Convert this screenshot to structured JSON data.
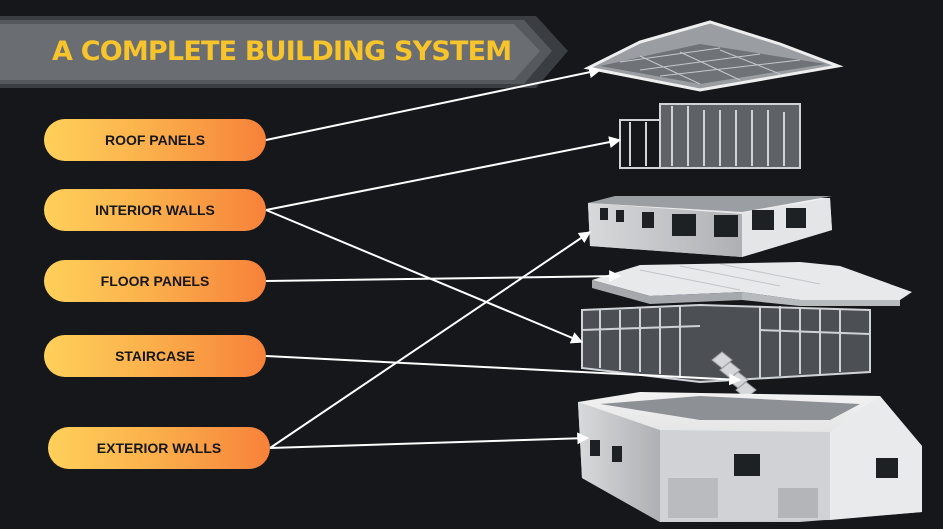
{
  "title": "A COMPLETE BUILDING SYSTEM",
  "colors": {
    "background": "#15171a",
    "title": "#f7c52b",
    "pill_start": "#ffd05a",
    "pill_end": "#f7813a",
    "connector": "#ffffff"
  },
  "labels": [
    {
      "id": "roof-panels",
      "text": "ROOF PANELS"
    },
    {
      "id": "interior-walls",
      "text": "INTERIOR WALLS"
    },
    {
      "id": "floor-panels",
      "text": "FLOOR PANELS"
    },
    {
      "id": "staircase",
      "text": "STAIRCASE"
    },
    {
      "id": "exterior-walls",
      "text": "EXTERIOR WALLS"
    }
  ],
  "connections": [
    {
      "from": "roof-panels",
      "to": "roof-module"
    },
    {
      "from": "interior-walls",
      "to": "upper-framing-module"
    },
    {
      "from": "interior-walls",
      "to": "ground-framing-module"
    },
    {
      "from": "floor-panels",
      "to": "floor-module"
    },
    {
      "from": "staircase",
      "to": "stair-module"
    },
    {
      "from": "exterior-walls",
      "to": "upper-storey-module"
    },
    {
      "from": "exterior-walls",
      "to": "ground-storey-module"
    }
  ],
  "components": [
    "roof-module",
    "upper-framing-module",
    "upper-storey-module",
    "floor-module",
    "ground-framing-module",
    "stair-module",
    "ground-storey-module"
  ]
}
